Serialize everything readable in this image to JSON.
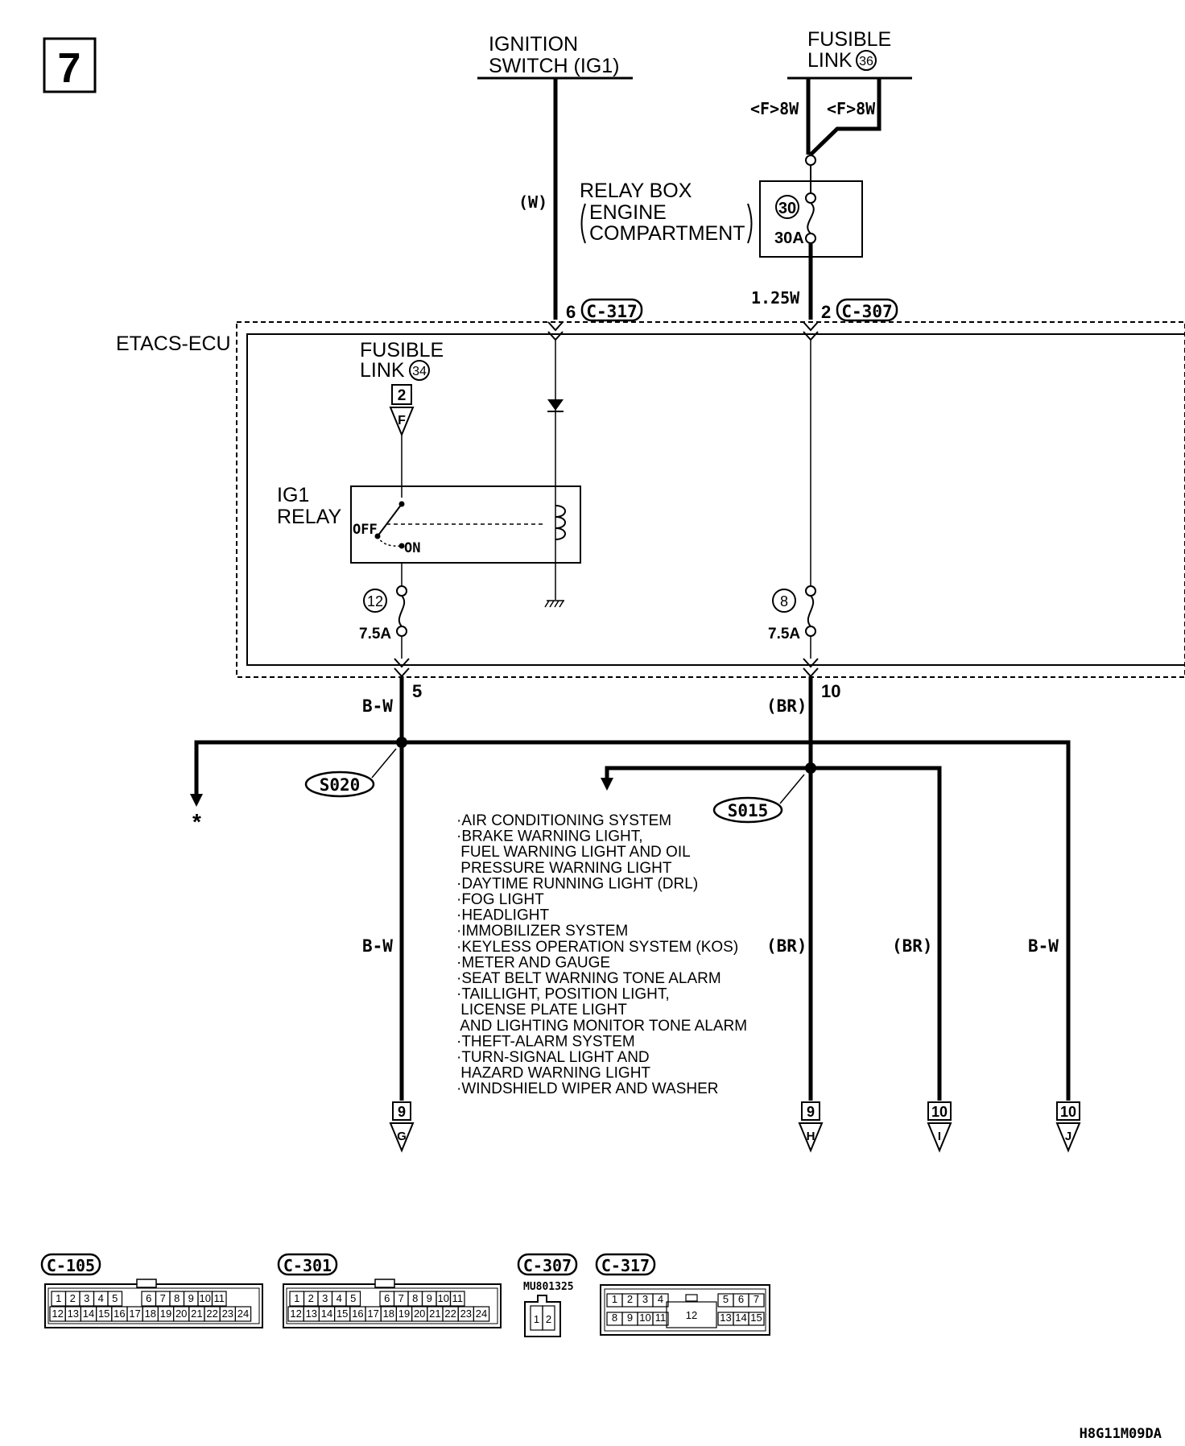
{
  "page_number": "7",
  "sources": {
    "ignition_switch_line1": "IGNITION",
    "ignition_switch_line2": "SWITCH (IG1)",
    "fusible_link_36_line1": "FUSIBLE",
    "fusible_link_36_line2": "LINK",
    "fusible_link_36_number": "36"
  },
  "wires": {
    "left_8w": "<F>8W",
    "right_8w": "<F>8W",
    "ignition_wire": "(W)",
    "relay_out_wire": "1.25W",
    "bw_upper": "B-W",
    "br_upper": "(BR)",
    "bw_lower_left": "B-W",
    "br_lower_1": "(BR)",
    "br_lower_2": "(BR)",
    "bw_lower_right": "B-W"
  },
  "relay_box": {
    "title": "RELAY BOX",
    "subtitle_line1": "ENGINE",
    "subtitle_line2": "COMPARTMENT",
    "fuse_number": "30",
    "fuse_rating": "30A"
  },
  "connectors": {
    "c317_pin": "6",
    "c317_label": "C-317",
    "c307_pin": "2",
    "c307_label": "C-307"
  },
  "ecu": {
    "name": "ETACS-ECU",
    "fusible_link_line1": "FUSIBLE",
    "fusible_link_line2": "LINK",
    "fusible_link_number": "34",
    "ref_number": "2",
    "ref_letter": "F",
    "relay_line1": "IG1",
    "relay_line2": "RELAY",
    "relay_off": "OFF",
    "relay_on": "ON",
    "fuse_left_number": "12",
    "fuse_left_rating": "7.5A",
    "fuse_right_number": "8",
    "fuse_right_rating": "7.5A",
    "out_left_pin": "5",
    "out_right_pin": "10"
  },
  "splices": {
    "left": "S020",
    "right": "S015"
  },
  "asterisk": "*",
  "systems": [
    "·AIR CONDITIONING SYSTEM",
    "·BRAKE WARNING LIGHT,",
    " FUEL WARNING LIGHT AND OIL",
    " PRESSURE WARNING LIGHT",
    "·DAYTIME RUNNING LIGHT (DRL)",
    "·FOG LIGHT",
    "·HEADLIGHT",
    "·IMMOBILIZER SYSTEM",
    "·KEYLESS OPERATION SYSTEM (KOS)",
    "·METER AND GAUGE",
    "·SEAT BELT WARNING TONE ALARM",
    "·TAILLIGHT, POSITION LIGHT,",
    " LICENSE PLATE LIGHT",
    " AND LIGHTING MONITOR TONE ALARM",
    "·THEFT-ALARM SYSTEM",
    "·TURN-SIGNAL LIGHT AND",
    " HAZARD WARNING LIGHT",
    "·WINDSHIELD WIPER AND WASHER"
  ],
  "outputs": [
    {
      "number": "9",
      "letter": "G"
    },
    {
      "number": "9",
      "letter": "H"
    },
    {
      "number": "10",
      "letter": "I"
    },
    {
      "number": "10",
      "letter": "J"
    }
  ],
  "connector_faces": {
    "c105": {
      "label": "C-105",
      "top": [
        "1",
        "2",
        "3",
        "4",
        "5",
        "6",
        "7",
        "8",
        "9",
        "10",
        "11"
      ],
      "bottom": [
        "12",
        "13",
        "14",
        "15",
        "16",
        "17",
        "18",
        "19",
        "20",
        "21",
        "22",
        "23",
        "24"
      ]
    },
    "c301": {
      "label": "C-301",
      "top": [
        "1",
        "2",
        "3",
        "4",
        "5",
        "6",
        "7",
        "8",
        "9",
        "10",
        "11"
      ],
      "bottom": [
        "12",
        "13",
        "14",
        "15",
        "16",
        "17",
        "18",
        "19",
        "20",
        "21",
        "22",
        "23",
        "24"
      ]
    },
    "c307": {
      "label": "C-307",
      "part": "MU801325",
      "pins": [
        "1",
        "2"
      ]
    },
    "c317": {
      "label": "C-317",
      "top_left": [
        "1",
        "2",
        "3",
        "4"
      ],
      "top_right": [
        "5",
        "6",
        "7"
      ],
      "bottom_left": [
        "8",
        "9",
        "10",
        "11"
      ],
      "center": "12",
      "bottom_right": [
        "13",
        "14",
        "15"
      ]
    }
  },
  "drawing_code": "H8G11M09DA"
}
